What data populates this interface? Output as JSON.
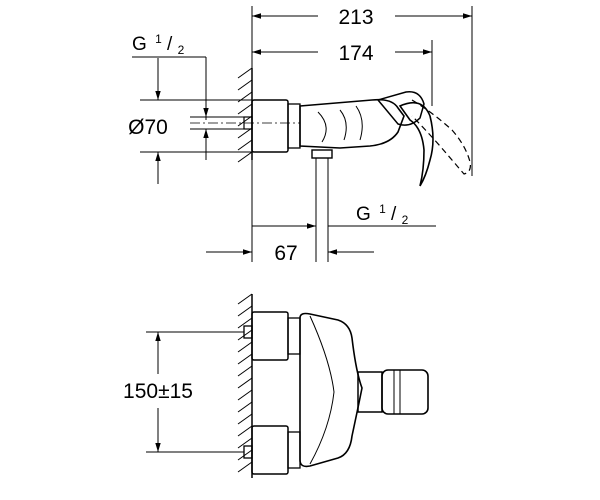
{
  "dimensions": {
    "overall_length": "213",
    "handle_reach": "174",
    "outlet_offset": "67",
    "escutcheon_diameter": "Ø70",
    "inlet_spacing": "150±15"
  },
  "threads": {
    "inlet_prefix": "G",
    "inlet_num": "1",
    "inlet_den": "2",
    "outlet_prefix": "G",
    "outlet_num": "1",
    "outlet_den": "2"
  },
  "colors": {
    "line": "#000000",
    "background": "#ffffff",
    "hatch": "#000000"
  }
}
